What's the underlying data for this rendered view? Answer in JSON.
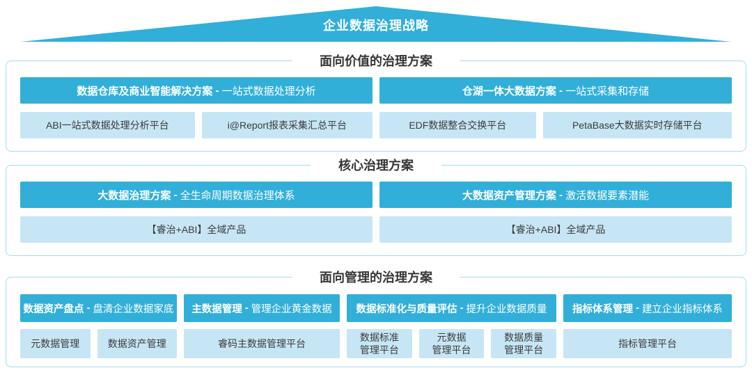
{
  "colors": {
    "teal": "#31AFD9",
    "item_bg": "#C7E6F5",
    "panel_border": "#A6DAEF",
    "text_dark": "#3B3B3B"
  },
  "header_separator": " - ",
  "roof": {
    "title": "企业数据治理战略"
  },
  "sections": [
    {
      "title": "面向价值的治理方案",
      "columns": [
        {
          "header": {
            "name": "数据仓库及商业智能解决方案",
            "tagline": "一站式数据处理分析"
          },
          "items": [
            "ABI一站式数据处理分析平台",
            "i@Report报表采集汇总平台"
          ]
        },
        {
          "header": {
            "name": "仓湖一体大数据方案",
            "tagline": "一站式采集和存储"
          },
          "items": [
            "EDF数据整合交换平台",
            "PetaBase大数据实时存储平台"
          ]
        }
      ]
    },
    {
      "title": "核心治理方案",
      "columns": [
        {
          "header": {
            "name": "大数据治理方案",
            "tagline": "全生命周期数据治理体系"
          },
          "items": [
            "【睿治+ABI】全域产品"
          ]
        },
        {
          "header": {
            "name": "大数据资产管理方案",
            "tagline": "激活数据要素潜能"
          },
          "items": [
            "【睿治+ABI】全域产品"
          ]
        }
      ]
    },
    {
      "title": "面向管理的治理方案",
      "columns": [
        {
          "header": {
            "name": "数据资产盘点",
            "tagline": "盘清企业数据家底"
          },
          "items": [
            "元数据管理",
            "数据资产管理"
          ]
        },
        {
          "header": {
            "name": "主数据管理",
            "tagline": "管理企业黄金数据"
          },
          "items": [
            "睿码主数据管理平台"
          ]
        },
        {
          "header": {
            "name": "数据标准化与质量评估",
            "tagline": "提升企业数据质量"
          },
          "items": [
            "数据标准\n管理平台",
            "元数据\n管理平台",
            "数据质量\n管理平台"
          ]
        },
        {
          "header": {
            "name": "指标体系管理",
            "tagline": "建立企业指标体系"
          },
          "items": [
            "指标管理平台"
          ]
        }
      ]
    }
  ]
}
